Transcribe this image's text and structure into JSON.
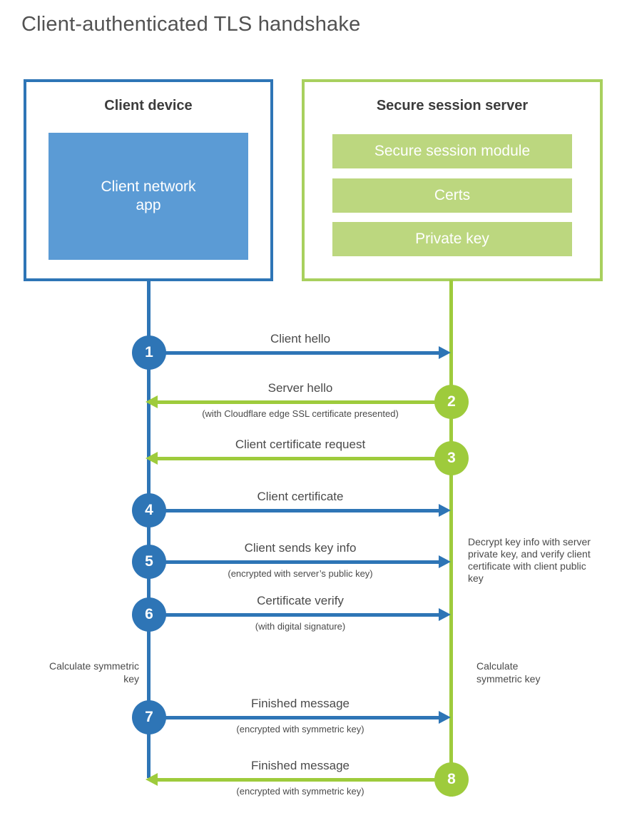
{
  "title": "Client-authenticated TLS handshake",
  "colors": {
    "blue": "#2e75b6",
    "blue_light": "#5b9bd5",
    "green": "#9ecb3c",
    "green_border": "#a8d05e",
    "green_light": "#bcd77f",
    "text": "#4a4a4a"
  },
  "client": {
    "title": "Client device",
    "app_label": "Client network app"
  },
  "server": {
    "title": "Secure session server",
    "modules": [
      "Secure session module",
      "Certs",
      "Private key"
    ]
  },
  "steps": [
    {
      "number": "1",
      "label": "Client hello",
      "direction": "right",
      "color": "blue"
    },
    {
      "number": "2",
      "label": "Server hello",
      "sublabel": "(with Cloudflare edge SSL certificate presented)",
      "direction": "left",
      "color": "green"
    },
    {
      "number": "3",
      "label": "Client certificate request",
      "direction": "left",
      "color": "green"
    },
    {
      "number": "4",
      "label": "Client certificate",
      "direction": "right",
      "color": "blue"
    },
    {
      "number": "5",
      "label": "Client sends key info",
      "sublabel": "(encrypted with server’s public key)",
      "direction": "right",
      "color": "blue"
    },
    {
      "number": "6",
      "label": "Certificate verify",
      "sublabel": "(with digital signature)",
      "direction": "right",
      "color": "blue"
    },
    {
      "number": "7",
      "label": "Finished message",
      "sublabel": "(encrypted with symmetric key)",
      "direction": "right",
      "color": "blue"
    },
    {
      "number": "8",
      "label": "Finished message",
      "sublabel": "(encrypted with symmetric key)",
      "direction": "left",
      "color": "green"
    }
  ],
  "annotations": {
    "calc_left": "Calculate symmetric key",
    "calc_right": "Calculate symmetric key",
    "decrypt_note": "Decrypt key info with server private key, and verify client certificate with client public key"
  }
}
